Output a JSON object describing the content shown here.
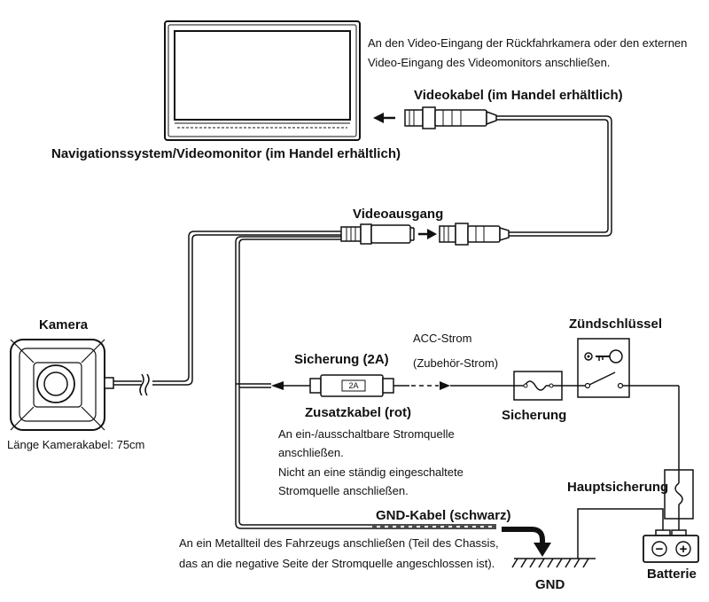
{
  "labels": {
    "monitor_note_1": "An den Video-Eingang der Rückfahrkamera oder den externen",
    "monitor_note_2": "Video-Eingang des Videomonitors anschließen.",
    "video_cable": "Videokabel  (im Handel erhältlich)",
    "nav_system": "Navigationssystem/Videomonitor (im Handel erhältlich)",
    "video_out": "Videoausgang",
    "camera": "Kamera",
    "camera_cable_length": "Länge Kamerakabel: 75cm",
    "fuse_2a": "Sicherung (2A)",
    "fuse_box_value": "2A",
    "acc_power_1": "ACC-Strom",
    "acc_power_2": "(Zubehör-Strom)",
    "ignition": "Zündschlüssel",
    "extra_cable": "Zusatzkabel (rot)",
    "fuse": "Sicherung",
    "switchable_note_1": "An ein-/ausschaltbare Stromquelle",
    "switchable_note_2": "anschließen.",
    "switchable_note_3": "Nicht an eine ständig eingeschaltete",
    "switchable_note_4": "Stromquelle anschließen.",
    "main_fuse": "Hauptsicherung",
    "gnd_cable": "GND-Kabel (schwarz)",
    "chassis_note_1": "An ein Metallteil des Fahrzeugs anschließen (Teil des Chassis,",
    "chassis_note_2": "das an die negative Seite der Stromquelle angeschlossen ist).",
    "gnd": "GND",
    "battery": "Batterie",
    "battery_minus": "−",
    "battery_plus": "+"
  },
  "colors": {
    "line": "#111111",
    "fill_light": "#f2f2f2"
  }
}
